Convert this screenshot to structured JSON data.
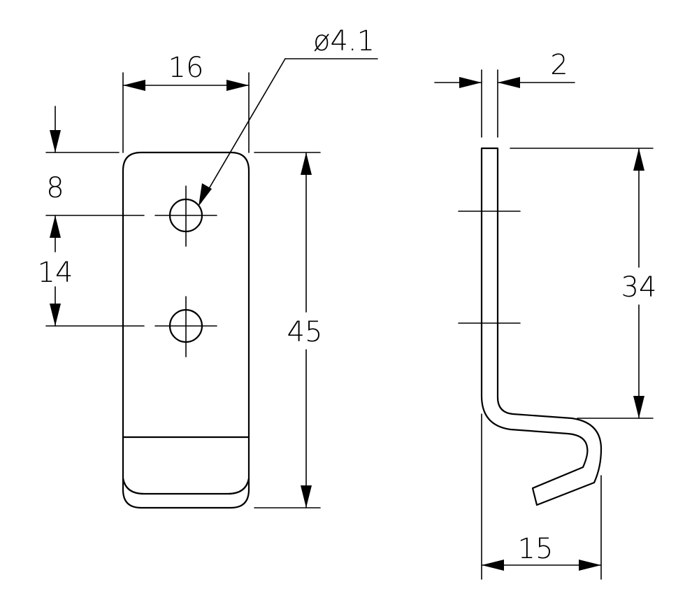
{
  "dimensions": {
    "width_16": "16",
    "hole_diameter": "ø4.1",
    "offset_8": "8",
    "spacing_14": "14",
    "length_45": "45",
    "thickness_2": "2",
    "height_34": "34",
    "depth_15": "15"
  },
  "colors": {
    "ink": "#000000",
    "background": "#ffffff"
  }
}
